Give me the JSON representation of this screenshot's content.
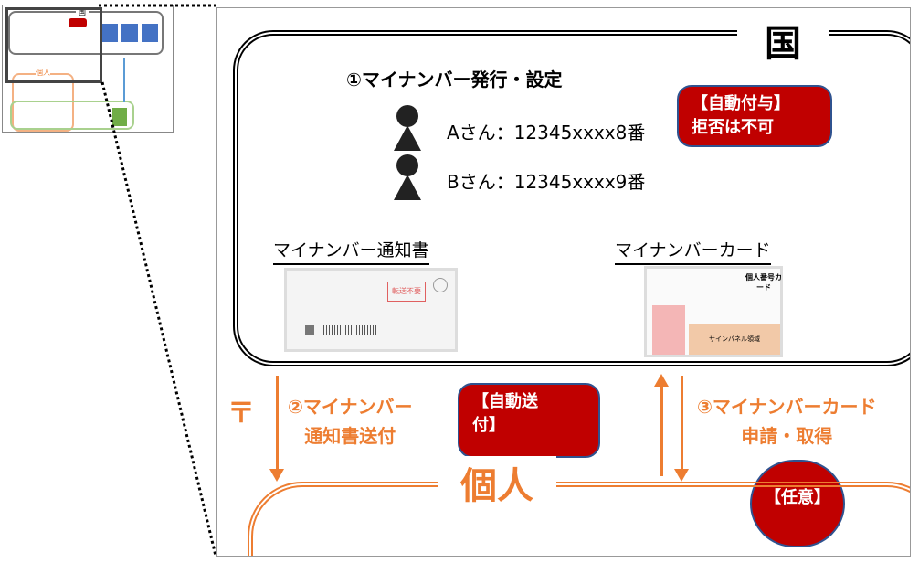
{
  "thumbnail": {
    "kuni_label": "国",
    "kojin_label": "個人"
  },
  "kuni": {
    "title": "国",
    "step1": "①マイナンバー発行・設定",
    "persons": [
      {
        "label": "Aさん：12345xxxx8番"
      },
      {
        "label": "Bさん：12345xxxx9番"
      }
    ],
    "callout": {
      "line1": "【自動付与】",
      "line2": "拒否は不可"
    },
    "notice_label": "マイナンバー通知書",
    "card_label": "マイナンバーカード",
    "notice_stamp": "転送不要",
    "card_title": "個人番号カード",
    "card_sign": "サインパネル領域"
  },
  "flow": {
    "postal_mark": "〒",
    "step2_line1": "②マイナンバー",
    "step2_line2": "通知書送付",
    "step2_callout_line1": "【自動送",
    "step2_callout_line2": "付】",
    "step3_line1": "③マイナンバーカード",
    "step3_line2": "申請・取得",
    "step3_callout": "【任意】"
  },
  "kojin": {
    "title": "個人"
  }
}
